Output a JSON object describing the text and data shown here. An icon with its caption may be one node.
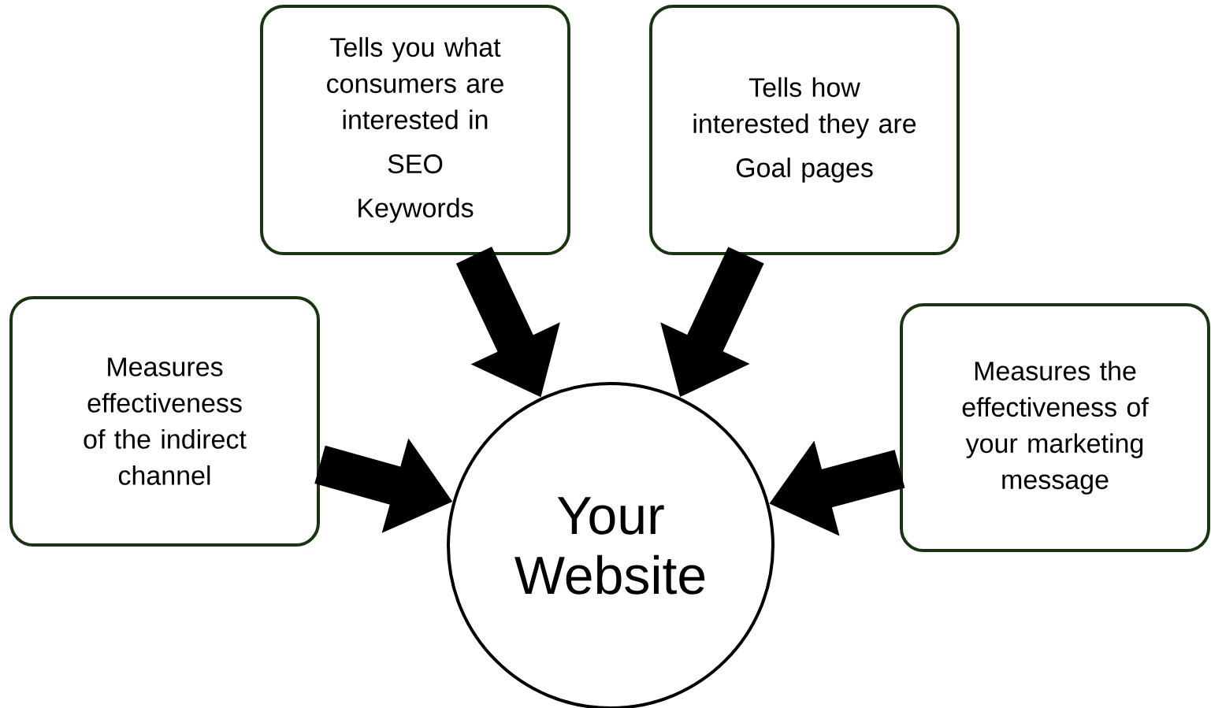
{
  "diagram": {
    "nodes": [
      {
        "text": [
          "Tells you what consumers are interested in",
          "SEO",
          "Keywords"
        ]
      },
      {
        "text": [
          "Tells how interested they are",
          "Goal pages"
        ]
      },
      {
        "text": [
          "Measures effectiveness of the indirect channel"
        ]
      },
      {
        "text": [
          "Measures the effectiveness of your marketing message"
        ]
      },
      {
        "text": [
          "Your Website"
        ]
      }
    ],
    "edges": [
      {
        "from": 0,
        "to": 4,
        "arrow": "to"
      },
      {
        "from": 1,
        "to": 4,
        "arrow": "to"
      },
      {
        "from": 2,
        "to": 4,
        "arrow": "to"
      },
      {
        "from": 3,
        "to": 4,
        "arrow": "to"
      }
    ]
  }
}
